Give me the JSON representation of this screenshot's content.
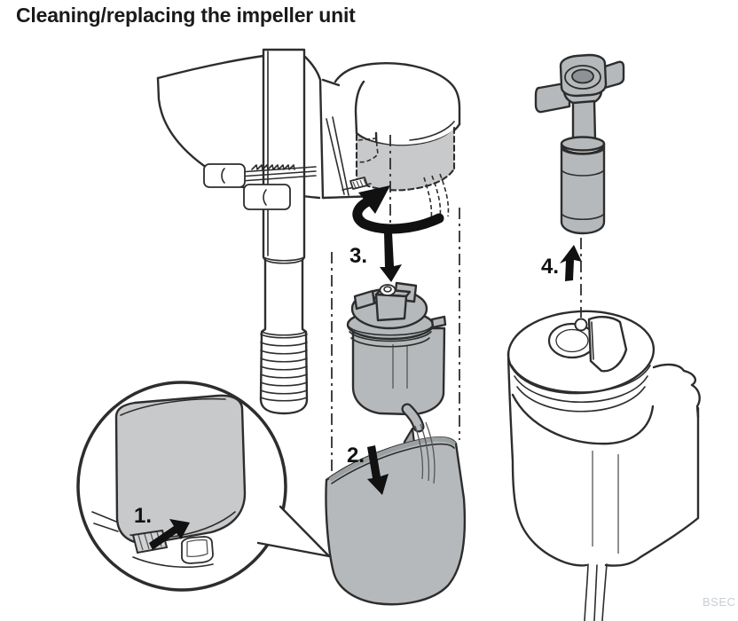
{
  "page": {
    "title": "Cleaning/replacing the impeller unit",
    "watermark": "BSEC"
  },
  "figure": {
    "steps": [
      {
        "label": "1.",
        "arrow_direction": "up-right"
      },
      {
        "label": "2.",
        "arrow_direction": "down"
      },
      {
        "label": "3.",
        "arrow_direction": "down"
      },
      {
        "label": "4.",
        "arrow_direction": "up"
      }
    ],
    "rotation_arrow": "counterclockwise",
    "colors": {
      "line": "#2d2d2d",
      "part_fill": "#b6b9bb",
      "part_fill_dark": "#a3a6a8",
      "cavity_fill": "#c7c9cb",
      "title_text": "#1a1a1a",
      "watermark_text": "#c9ced2",
      "background": "#ffffff"
    }
  }
}
